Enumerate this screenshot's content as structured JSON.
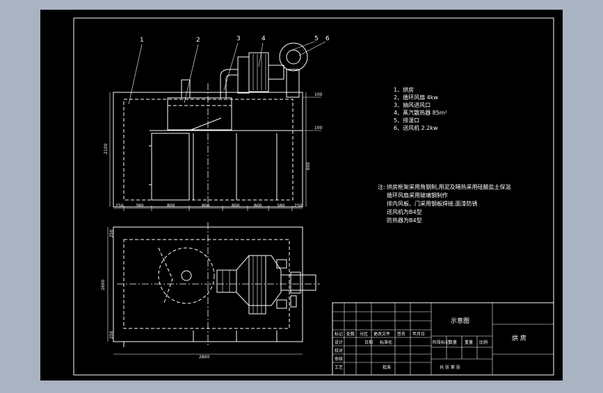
{
  "colors": {
    "viewport": "#a9b3c2",
    "paper": "#000000",
    "line": "#ffffff"
  },
  "callouts": [
    "1",
    "2",
    "3",
    "4",
    "5",
    "6"
  ],
  "elevation_dims": {
    "bottom": [
      "250",
      "380",
      "800",
      "800",
      "800",
      "800",
      "380",
      "250"
    ],
    "height_left": "2100",
    "right_top": "100",
    "right_mid": "100",
    "right_side": "600"
  },
  "plan_dims": {
    "width": "2800",
    "left_total": "2600",
    "left_top": "250",
    "left_bottom": "250"
  },
  "legend": [
    "1、烘房",
    "2、循环风扇 4kw",
    "3、抽风进风口",
    "4、蒸汽散热器 85m²",
    "5、排湿口",
    "6、送风机 2.2kw"
  ],
  "notes": {
    "title": "注:",
    "lines": [
      "烘房框架采用角钢制,用泥及隔热采用硅酸盐土保温",
      "循环风扇采用玻璃钢制作",
      "排内风板、门采用钢板焊接,面漆防锈",
      "送风机为B4型",
      "防热器为B4型"
    ]
  },
  "title_block": {
    "header_row": [
      "标记",
      "处数",
      "分区",
      "更改文件",
      "签名",
      "年月日"
    ],
    "role_rows": [
      "设计",
      "校对",
      "审核",
      "工艺"
    ],
    "design_extra": [
      "日期",
      "标准化"
    ],
    "approve": "批准",
    "stage_labels": [
      "阶段标记",
      "数量",
      "重量",
      "比例"
    ],
    "drawing_name": "示意图",
    "project_name": "烘 房",
    "sheet_info": "共 张 第 张"
  }
}
